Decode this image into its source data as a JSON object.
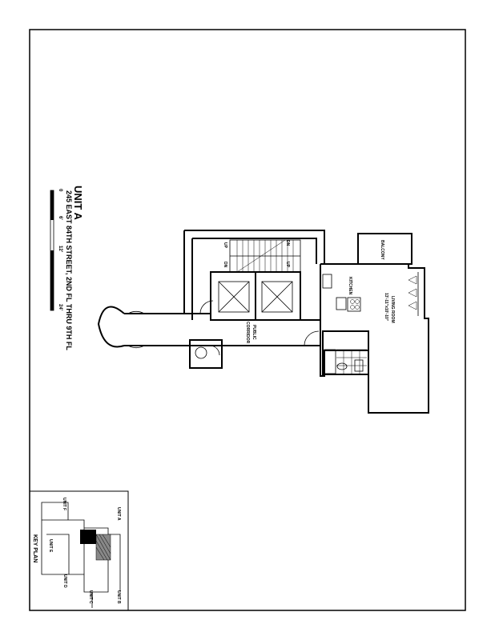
{
  "title_block": {
    "unit": "UNIT A",
    "address": "245 EAST 84TH STREET, 2ND FL THRU 9TH FL"
  },
  "scale_bar": {
    "ticks": [
      "0",
      "6'",
      "12'",
      "24'"
    ]
  },
  "rooms": {
    "balcony": "BALCONY",
    "kitchen": "KITCHEN",
    "living_room": "LIVING ROOM",
    "living_room_size": "13'-11\"x10'-10\"",
    "corridor_line1": "PUBLIC",
    "corridor_line2": "CORRIDOR",
    "stair_labels": [
      "UP",
      "DN",
      "DN",
      "UP"
    ]
  },
  "key_plan": {
    "title": "KEY PLAN",
    "units": [
      "UNIT A",
      "UNIT B",
      "UNIT C",
      "UNIT D",
      "UNIT E",
      "UNIT F"
    ]
  }
}
